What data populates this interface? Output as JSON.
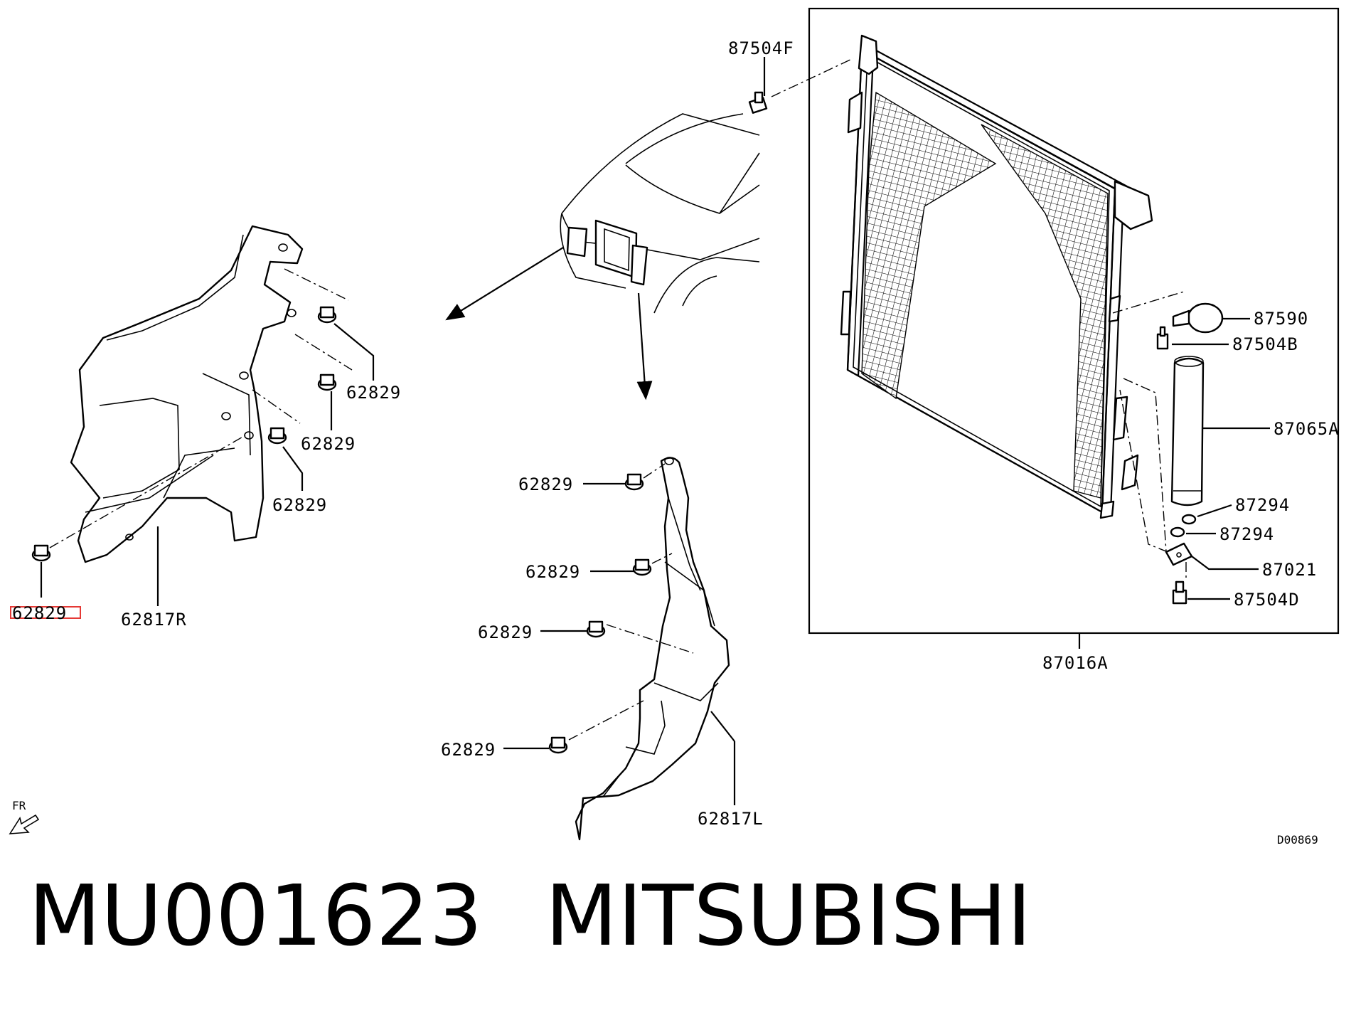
{
  "labels": {
    "frame_bolt_top": "87504F",
    "bracket": "87590",
    "bracket_bolt": "87504B",
    "receiver_drier": "87065A",
    "oring_1": "87294",
    "oring_2": "87294",
    "plate": "87021",
    "plate_bolt": "87504D",
    "condenser_assembly": "87016A",
    "right_cover": "62817R",
    "left_cover": "62817L",
    "right_clip_1": "62829",
    "right_clip_2": "62829",
    "right_clip_3": "62829",
    "right_clip_highlighted": "62829",
    "left_clip_1": "62829",
    "left_clip_2": "62829",
    "left_clip_3": "62829",
    "left_clip_4": "62829",
    "front_indicator": "FR",
    "diagram_code": "D00869"
  },
  "title": {
    "part_number": "MU001623",
    "brand": "MITSUBISHI"
  },
  "colors": {
    "highlight": "#e53935",
    "ink": "#000000"
  }
}
